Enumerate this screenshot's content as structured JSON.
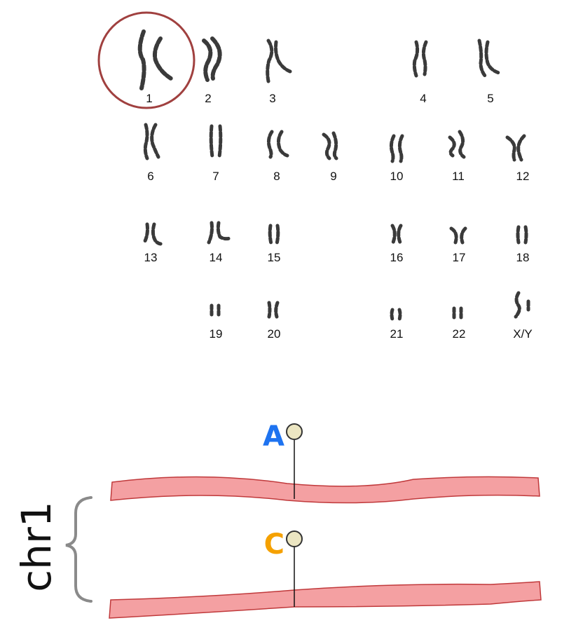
{
  "karyotype": {
    "chromosomes": [
      {
        "label": "1",
        "highlighted": true
      },
      {
        "label": "2"
      },
      {
        "label": "3"
      },
      {
        "label": "4"
      },
      {
        "label": "5"
      },
      {
        "label": "6"
      },
      {
        "label": "7"
      },
      {
        "label": "8"
      },
      {
        "label": "9"
      },
      {
        "label": "10"
      },
      {
        "label": "11"
      },
      {
        "label": "12"
      },
      {
        "label": "13"
      },
      {
        "label": "14"
      },
      {
        "label": "15"
      },
      {
        "label": "16"
      },
      {
        "label": "17"
      },
      {
        "label": "18"
      },
      {
        "label": "19"
      },
      {
        "label": "20"
      },
      {
        "label": "21"
      },
      {
        "label": "22"
      },
      {
        "label": "X/Y"
      }
    ],
    "highlight_color": "#a0403f"
  },
  "homolog_pair": {
    "label": "chr1",
    "strand_fill": "#f4a0a2",
    "strand_stroke": "#c0393b",
    "marker_fill": "#ece6c2",
    "alleles": [
      {
        "letter": "A",
        "color": "#1e73f0"
      },
      {
        "letter": "C",
        "color": "#f5a100"
      }
    ]
  }
}
